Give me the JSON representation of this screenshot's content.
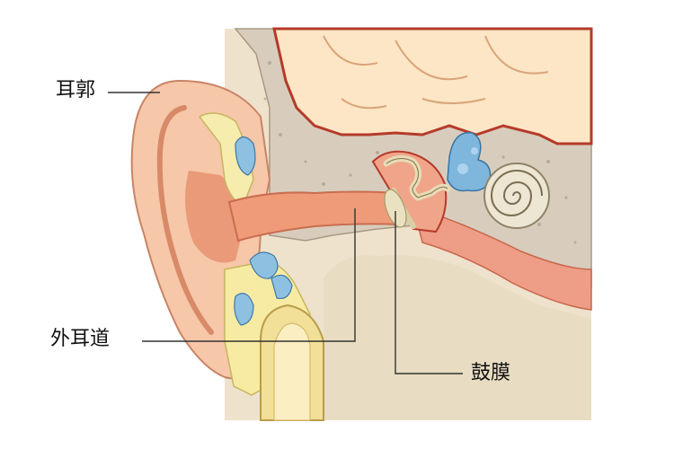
{
  "labels": {
    "auricle": "耳郭",
    "ear_canal": "外耳道",
    "eardrum": "鼓膜"
  },
  "colors": {
    "skin": "#f6c7a8",
    "skin_dark": "#e98f6a",
    "canal": "#ef9b78",
    "bone": "#d9d0c4",
    "brain": "#fde6c5",
    "brain_edge": "#b53a2a",
    "cartilage": "#f6ecae",
    "fluid_blue": "#7fb6dc",
    "cavity": "#e9dcc3",
    "leader_line": "#333333"
  }
}
